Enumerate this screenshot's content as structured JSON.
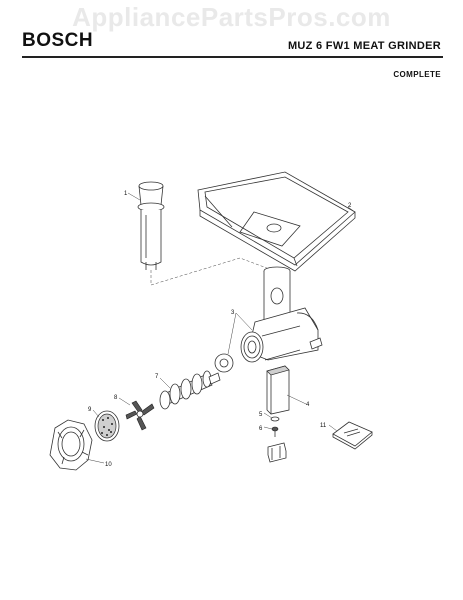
{
  "watermark": "AppliancePartsPros.com",
  "header": {
    "brand": "BOSCH",
    "title": "MUZ 6 FW1 MEAT GRINDER",
    "subtitle": "COMPLETE"
  },
  "callouts": {
    "c1": "1",
    "c2": "2",
    "c3": "3",
    "c4": "4",
    "c5": "5",
    "c6": "6",
    "c7": "7",
    "c8": "8",
    "c9": "9",
    "c10": "10",
    "c11": "11"
  },
  "colors": {
    "line": "#333333",
    "rule": "#222222",
    "watermark": "#e9e9e9"
  }
}
